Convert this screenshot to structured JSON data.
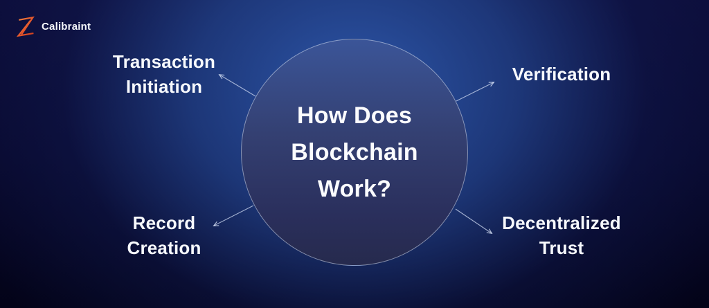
{
  "brand": {
    "name": "Calibraint"
  },
  "diagram": {
    "title": "How Does Blockchain Work?",
    "title_lines": [
      "How Does",
      "Blockchain",
      "Work?"
    ]
  },
  "nodes": [
    {
      "id": "transaction-initiation",
      "label": "Transaction Initiation",
      "lines": [
        "Transaction",
        "Initiation"
      ],
      "position": "top-left"
    },
    {
      "id": "verification",
      "label": "Verification",
      "lines": [
        "Verification"
      ],
      "position": "top-right"
    },
    {
      "id": "record-creation",
      "label": "Record Creation",
      "lines": [
        "Record",
        "Creation"
      ],
      "position": "bottom-left"
    },
    {
      "id": "decentralized-trust",
      "label": "Decentralized Trust",
      "lines": [
        "Decentralized",
        "Trust"
      ],
      "position": "bottom-right"
    }
  ],
  "colors": {
    "background_glow": "#2e59ad",
    "background_dark": "#04041d",
    "circle_top": "#3b5598",
    "circle_bottom": "#262a4d",
    "circle_border": "#cdd9f0",
    "connector": "#c9d6ef",
    "text": "#f7f9fd",
    "logo_orange": "#e4552b"
  }
}
